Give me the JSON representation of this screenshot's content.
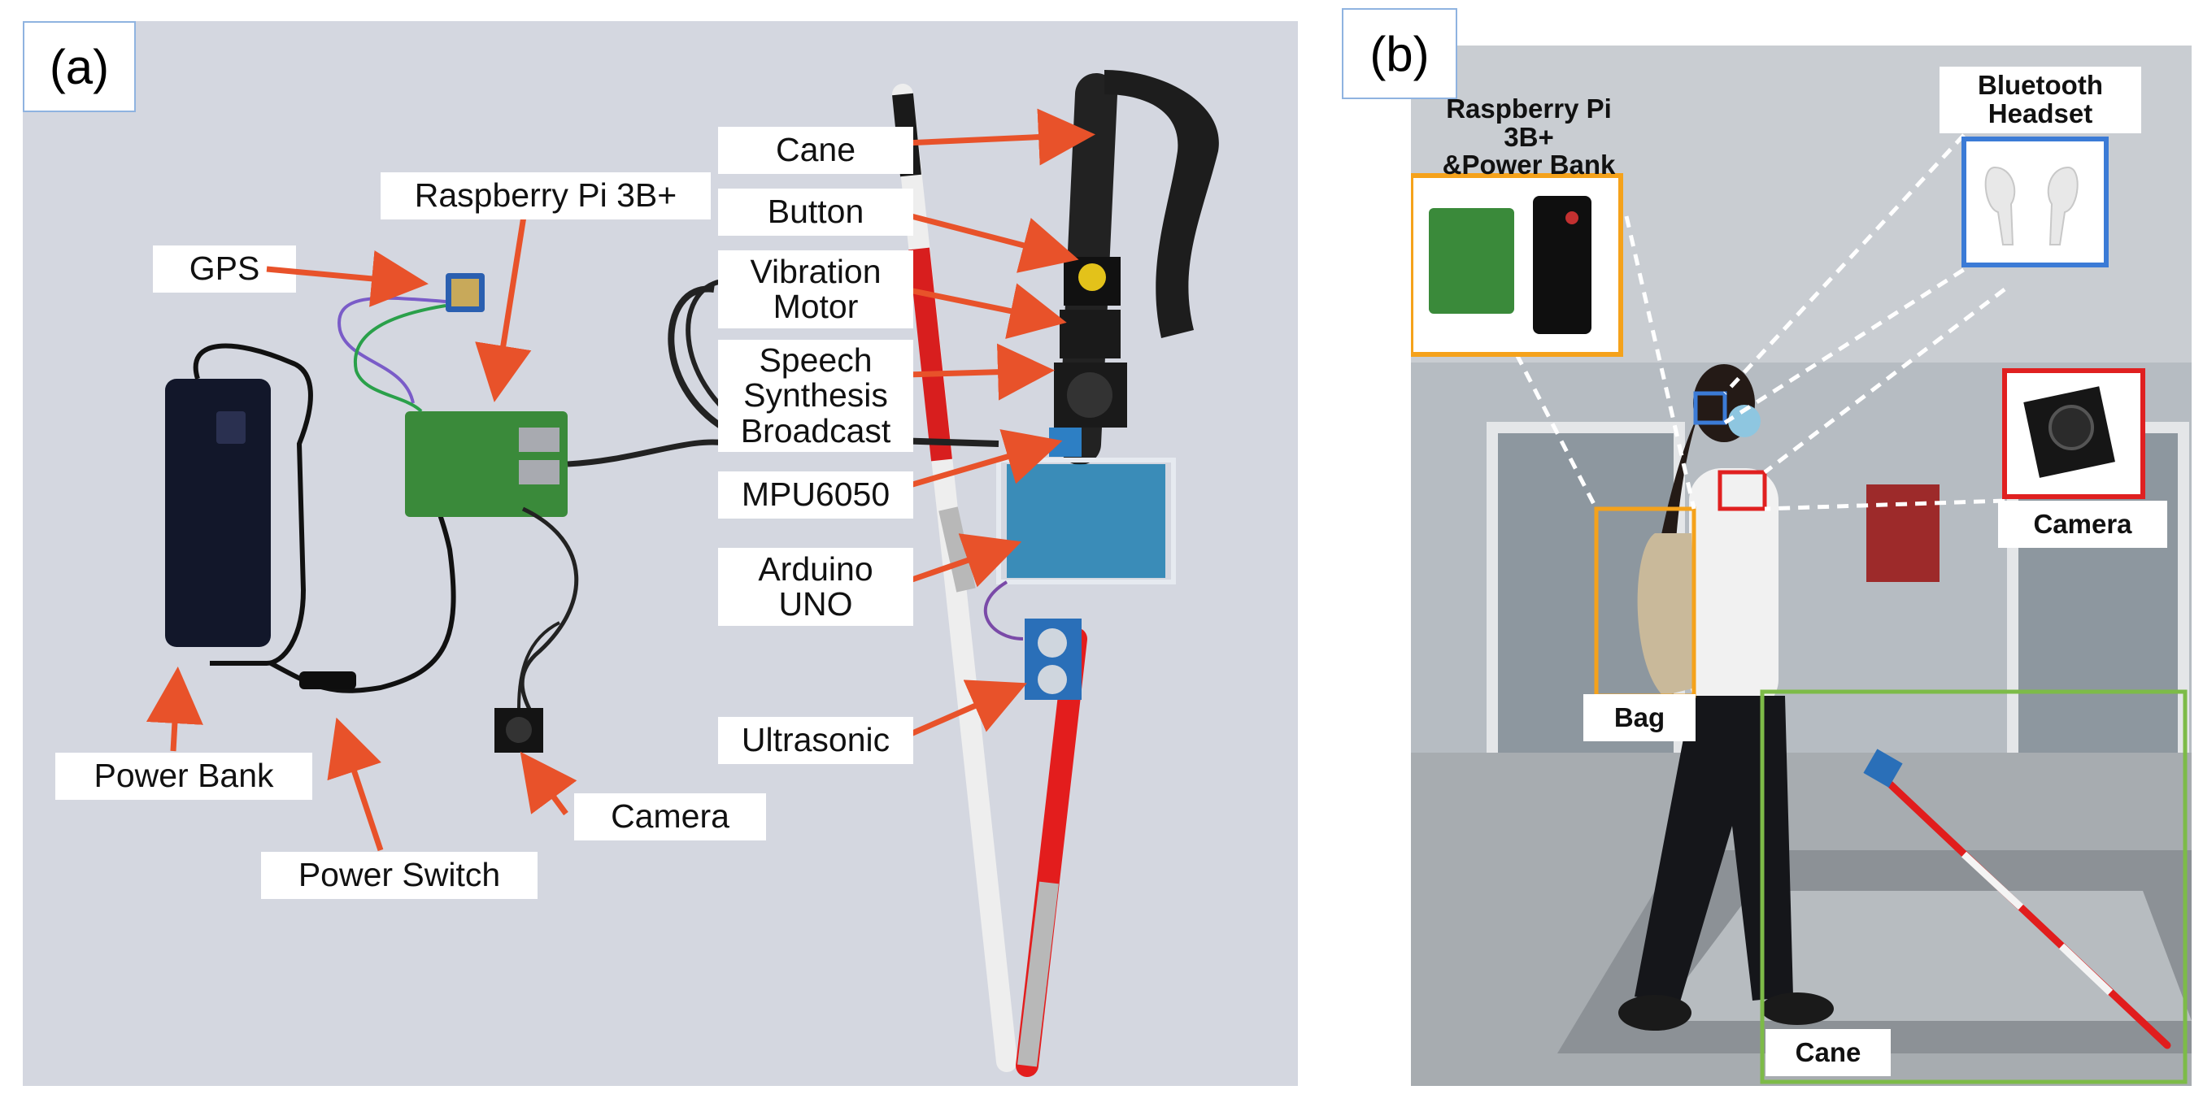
{
  "panel_a": {
    "tag": "(a)",
    "labels": {
      "cane": "Cane",
      "button": "Button",
      "vibration_motor": "Vibration\nMotor",
      "speech": "Speech\nSynthesis\nBroadcast",
      "mpu": "MPU6050",
      "arduino": "Arduino\nUNO",
      "ultrasonic": "Ultrasonic",
      "raspberry": "Raspberry Pi 3B+",
      "gps": "GPS",
      "power_bank": "Power Bank",
      "power_switch": "Power Switch",
      "camera": "Camera"
    }
  },
  "panel_b": {
    "tag": "(b)",
    "labels": {
      "raspberry_power": "Raspberry Pi 3B+\n&Power Bank",
      "bluetooth": "Bluetooth\nHeadset",
      "camera": "Camera",
      "bag": "Bag",
      "cane": "Cane"
    }
  },
  "colors": {
    "arrow": "#e8522a",
    "orange_box": "#f5a21b",
    "blue_box": "#3b7bd6",
    "red_box": "#e02020",
    "green_box": "#7dbb48"
  }
}
